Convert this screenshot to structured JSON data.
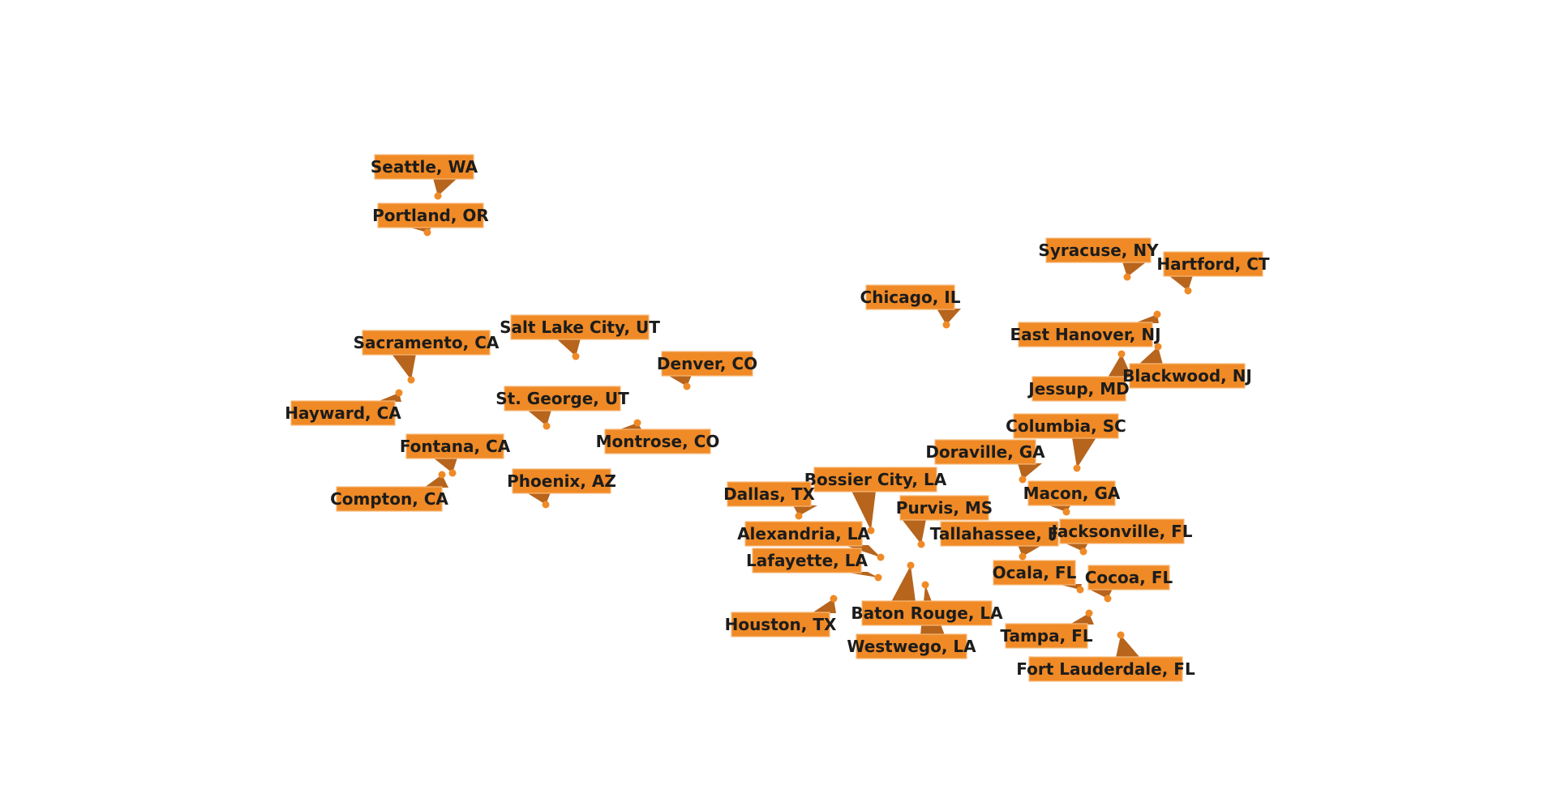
{
  "map": {
    "colors": {
      "label_fill": "#ef8a26",
      "pointer_fill": "#b7641c",
      "dot_fill": "#ef8a26",
      "text": "#1c1c1c",
      "background": "#ffffff"
    },
    "locations": [
      {
        "id": "seattle-wa",
        "label": "Seattle, WA"
      },
      {
        "id": "portland-or",
        "label": "Portland, OR"
      },
      {
        "id": "sacramento-ca",
        "label": "Sacramento, CA"
      },
      {
        "id": "hayward-ca",
        "label": "Hayward, CA"
      },
      {
        "id": "salt-lake-city-ut",
        "label": "Salt Lake City, UT"
      },
      {
        "id": "denver-co",
        "label": "Denver, CO"
      },
      {
        "id": "st-george-ut",
        "label": "St. George, UT"
      },
      {
        "id": "montrose-co",
        "label": "Montrose, CO"
      },
      {
        "id": "fontana-ca",
        "label": "Fontana, CA"
      },
      {
        "id": "compton-ca",
        "label": "Compton, CA"
      },
      {
        "id": "phoenix-az",
        "label": "Phoenix, AZ"
      },
      {
        "id": "chicago-il",
        "label": "Chicago, IL"
      },
      {
        "id": "syracuse-ny",
        "label": "Syracuse, NY"
      },
      {
        "id": "hartford-ct",
        "label": "Hartford, CT"
      },
      {
        "id": "east-hanover-nj",
        "label": "East Hanover, NJ"
      },
      {
        "id": "jessup-md",
        "label": "Jessup, MD"
      },
      {
        "id": "blackwood-nj",
        "label": "Blackwood, NJ"
      },
      {
        "id": "columbia-sc",
        "label": "Columbia, SC"
      },
      {
        "id": "doraville-ga",
        "label": "Doraville, GA"
      },
      {
        "id": "macon-ga",
        "label": "Macon, GA"
      },
      {
        "id": "bossier-city-la",
        "label": "Bossier City, LA"
      },
      {
        "id": "dallas-tx",
        "label": "Dallas, TX"
      },
      {
        "id": "purvis-ms",
        "label": "Purvis, MS"
      },
      {
        "id": "alexandria-la",
        "label": "Alexandria, LA"
      },
      {
        "id": "tallahassee-fl",
        "label": "Tallahassee, FL"
      },
      {
        "id": "jacksonville-fl",
        "label": "Jacksonville, FL"
      },
      {
        "id": "lafayette-la",
        "label": "Lafayette, LA"
      },
      {
        "id": "ocala-fl",
        "label": "Ocala, FL"
      },
      {
        "id": "cocoa-fl",
        "label": "Cocoa, FL"
      },
      {
        "id": "houston-tx",
        "label": "Houston, TX"
      },
      {
        "id": "baton-rouge-la",
        "label": "Baton Rouge, LA"
      },
      {
        "id": "westwego-la",
        "label": "Westwego, LA"
      },
      {
        "id": "tampa-fl",
        "label": "Tampa, FL"
      },
      {
        "id": "fort-lauderdale-fl",
        "label": "Fort Lauderdale, FL"
      }
    ]
  }
}
